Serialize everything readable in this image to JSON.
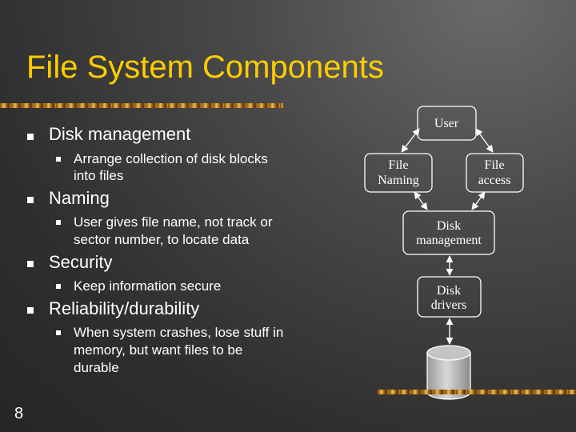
{
  "title": "File System Components",
  "page_number": "8",
  "bullets": [
    {
      "heading": "Disk management",
      "sub": [
        "Arrange collection of disk blocks",
        "into files"
      ]
    },
    {
      "heading": "Naming",
      "sub": [
        "User gives file name, not track or",
        "sector number, to locate data"
      ]
    },
    {
      "heading": "Security",
      "sub": [
        "Keep information secure"
      ]
    },
    {
      "heading": "Reliability/durability",
      "sub": [
        "When system crashes, lose stuff in",
        "memory, but want files to be",
        "durable"
      ]
    }
  ],
  "diagram": {
    "user": "User",
    "file_naming": [
      "File",
      "Naming"
    ],
    "file_access": [
      "File",
      "access"
    ],
    "disk_management": [
      "Disk",
      "management"
    ],
    "disk_drivers": [
      "Disk",
      "drivers"
    ]
  },
  "colors": {
    "title": "#ffcc00",
    "text": "#ffffff",
    "background": "#3a3a3a"
  }
}
